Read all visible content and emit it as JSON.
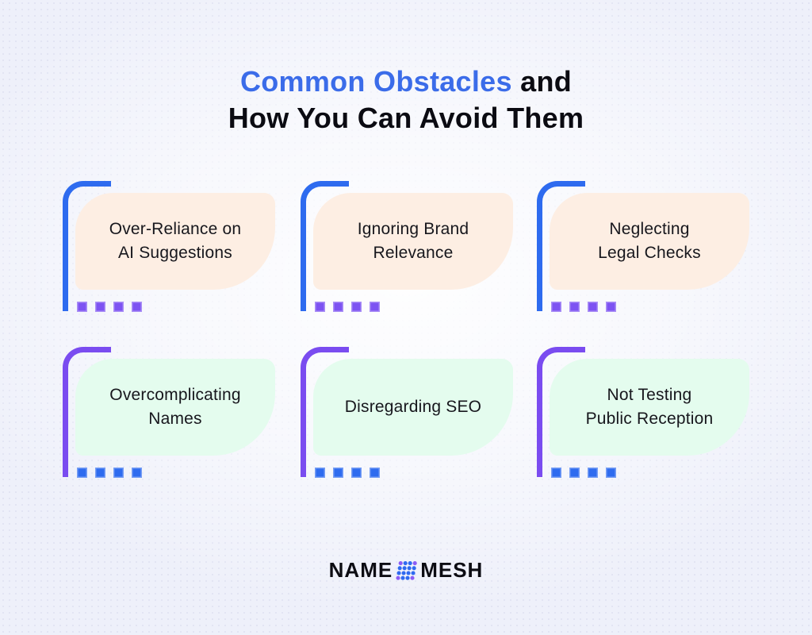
{
  "title": {
    "highlight": "Common Obstacles",
    "line1_rest": " and",
    "line2": "How You Can Avoid Them"
  },
  "cards": [
    {
      "label": "Over-Reliance on\nAI Suggestions",
      "variant": "peach"
    },
    {
      "label": "Ignoring Brand\nRelevance",
      "variant": "peach"
    },
    {
      "label": "Neglecting\nLegal Checks",
      "variant": "peach"
    },
    {
      "label": "Overcomplicating\nNames",
      "variant": "mint"
    },
    {
      "label": "Disregarding SEO",
      "variant": "mint"
    },
    {
      "label": "Not Testing\nPublic Reception",
      "variant": "mint"
    }
  ],
  "logo": {
    "left": "NAME",
    "right": "MESH",
    "icon": "mesh-dots-icon"
  },
  "colors": {
    "title_accent": "#3b6ce9",
    "title_text": "#0b0b12",
    "card_text": "#17171d",
    "peach_fill": "#fdeee3",
    "mint_fill": "#e4fcee",
    "blue_accent": "#2e6bef",
    "purple_accent": "#7a4cf0",
    "purple_square": "#7d53f2",
    "background": "#eef0fa"
  }
}
